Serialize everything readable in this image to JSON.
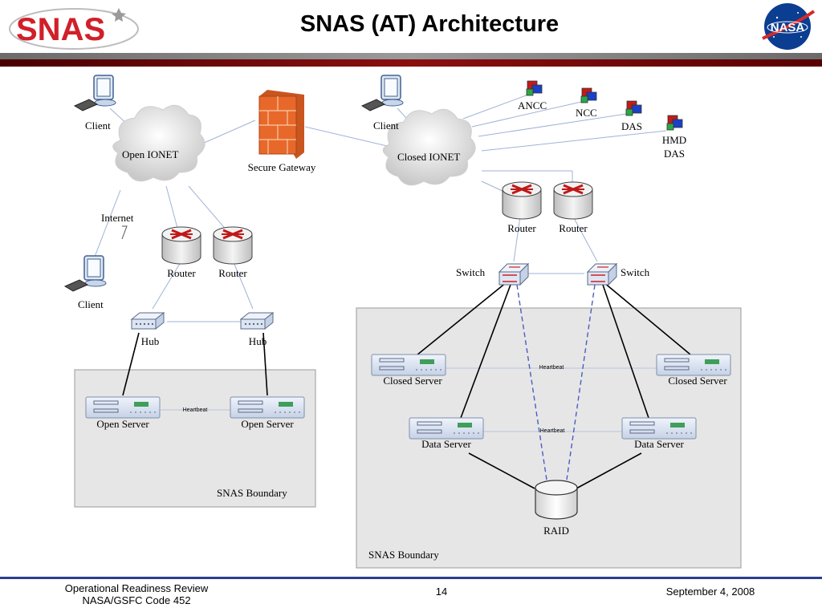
{
  "header": {
    "title": "SNAS (AT) Architecture",
    "logo_left_text": "SNAS",
    "logo_right_text": "NASA"
  },
  "nodes": {
    "client_top_left": "Client",
    "client_top_middle": "Client",
    "client_bottom_left": "Client",
    "open_ionet": "Open IONET",
    "closed_ionet": "Closed IONET",
    "secure_gateway": "Secure Gateway",
    "internet": "Internet",
    "ancc": "ANCC",
    "ncc": "NCC",
    "das": "DAS",
    "hmd_das_line1": "HMD",
    "hmd_das_line2": "DAS",
    "router_open_1": "Router",
    "router_open_2": "Router",
    "router_closed_1": "Router",
    "router_closed_2": "Router",
    "switch_1": "Switch",
    "switch_2": "Switch",
    "hub_1": "Hub",
    "hub_2": "Hub",
    "open_server_1": "Open Server",
    "open_server_2": "Open Server",
    "closed_server_1": "Closed Server",
    "closed_server_2": "Closed Server",
    "data_server_1": "Data Server",
    "data_server_2": "Data Server",
    "raid": "RAID"
  },
  "heartbeats": {
    "open": "Heartbeat",
    "closed": "Heartbeat",
    "data": "Heartbeat"
  },
  "boundaries": {
    "open": "SNAS Boundary",
    "closed": "SNAS Boundary"
  },
  "footer": {
    "line1": "Operational Readiness Review",
    "line2": "NASA/GSFC Code 452",
    "page_number": "14",
    "date": "September 4, 2008"
  },
  "colors": {
    "snas_red": "#d0202a",
    "nasa_blue": "#0b3d91",
    "header_gray": "#7a7a7a",
    "header_red": "#7a0a0a",
    "boundary_fill": "#e6e6e6",
    "link_blue": "#9fb3d6",
    "router_red": "#c01818",
    "firewall_orange": "#e8682a"
  }
}
